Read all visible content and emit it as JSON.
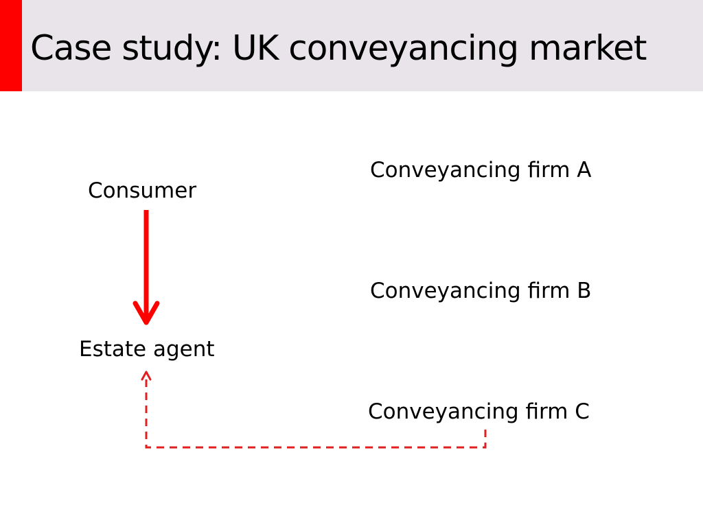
{
  "slide": {
    "title": "Case study: UK conveyancing market"
  },
  "diagram": {
    "nodes": {
      "consumer": "Consumer",
      "estate_agent": "Estate agent",
      "firm_a": "Conveyancing firm A",
      "firm_b": "Conveyancing firm B",
      "firm_c": "Conveyancing firm C"
    },
    "edges": [
      {
        "from": "consumer",
        "to": "estate_agent",
        "style": "solid"
      },
      {
        "from": "firm_c",
        "to": "estate_agent",
        "style": "dashed"
      }
    ],
    "colors": {
      "accent": "#ff0000",
      "title_bar": "#e8e4ea",
      "arrow": "#ff0000",
      "dashed_arrow": "#e02020"
    }
  }
}
